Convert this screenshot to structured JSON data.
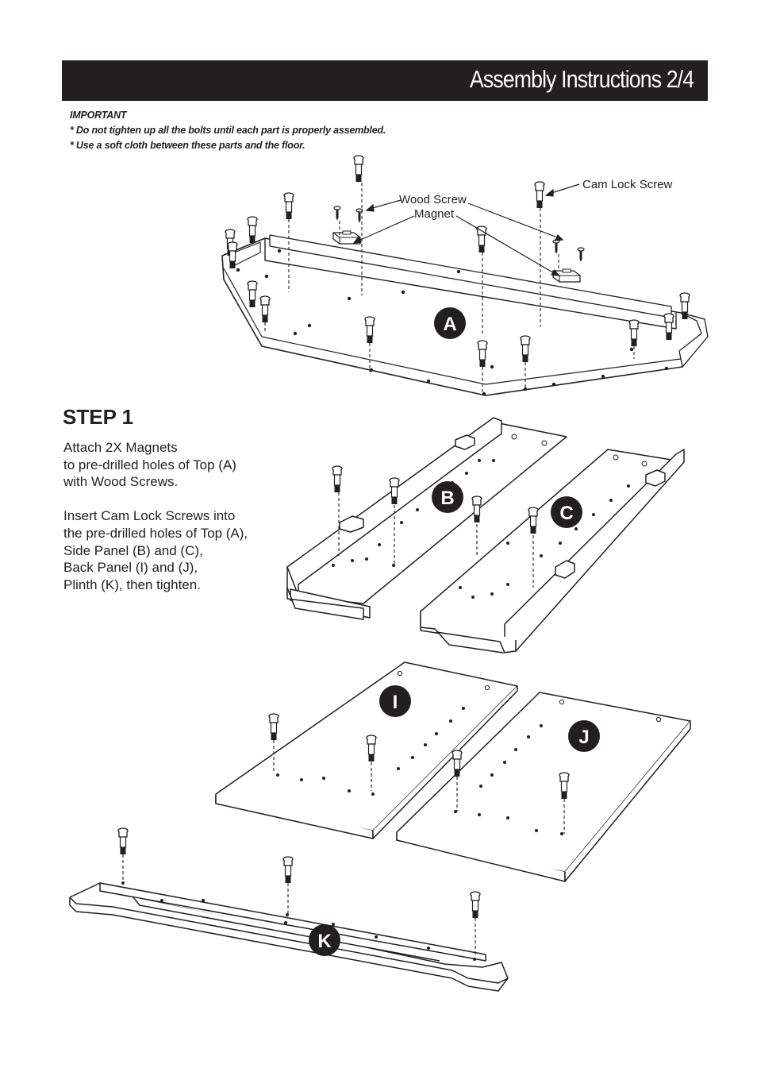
{
  "header": {
    "title": "Assembly Instructions 2/4"
  },
  "important": {
    "heading": "IMPORTANT",
    "notes": [
      "* Do not tighten up all the bolts until each part is properly assembled.",
      "* Use a soft cloth between these parts and the floor."
    ]
  },
  "callouts": {
    "cam_lock_screw": "Cam Lock Screw",
    "wood_screw": "Wood Screw",
    "magnet": "Magnet"
  },
  "parts": {
    "top": "A",
    "side_left": "B",
    "side_right": "C",
    "back_left": "I",
    "back_right": "J",
    "plinth": "K"
  },
  "step": {
    "title": "STEP 1",
    "paragraph1": [
      "Attach 2X Magnets",
      "to pre-drilled holes of Top (A)",
      "with Wood Screws."
    ],
    "paragraph2": [
      "Insert Cam Lock Screws into",
      "the pre-drilled holes of Top (A),",
      "Side Panel (B) and (C),",
      "Back Panel (I) and (J),",
      "Plinth (K), then tighten."
    ]
  }
}
